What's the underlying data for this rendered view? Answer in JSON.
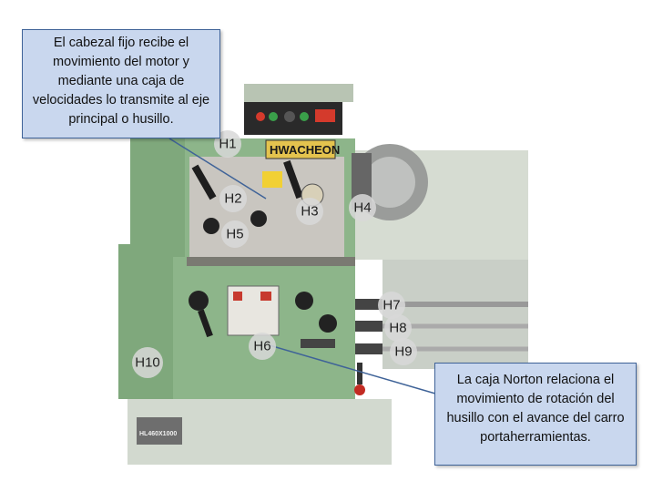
{
  "callouts": {
    "headstock": "El cabezal fijo recibe el movimiento del motor  y mediante una caja de velocidades lo transmite al eje principal o husillo.",
    "norton": "La caja Norton relaciona el movimiento de rotación del husillo con el avance del carro portaherramientas."
  },
  "machine": {
    "brand": "HWACHEON",
    "model_plate": "HL460X1000",
    "body_color": "#8db58a",
    "panel_color": "#c9c6c0"
  },
  "labels": {
    "h1": "H1",
    "h2": "H2",
    "h3": "H3",
    "h4": "H4",
    "h5": "H5",
    "h6": "H6",
    "h7": "H7",
    "h8": "H8",
    "h9": "H9",
    "h10": "H10"
  }
}
